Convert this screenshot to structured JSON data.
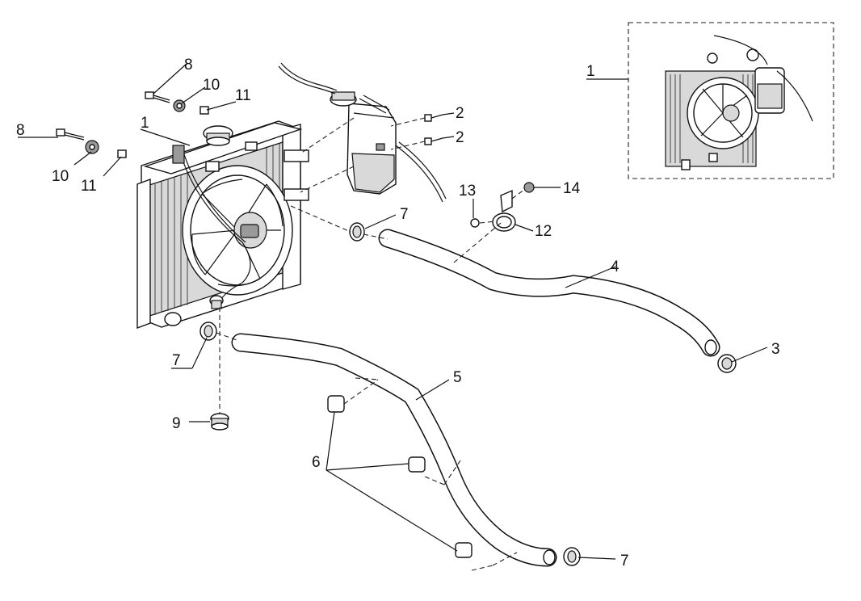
{
  "callouts": [
    {
      "id": "c-8a",
      "text": "8"
    },
    {
      "id": "c-10a",
      "text": "10"
    },
    {
      "id": "c-11a",
      "text": "11"
    },
    {
      "id": "c-1a",
      "text": "1"
    },
    {
      "id": "c-8b",
      "text": "8"
    },
    {
      "id": "c-10b",
      "text": "10"
    },
    {
      "id": "c-11b",
      "text": "11"
    },
    {
      "id": "c-2a",
      "text": "2"
    },
    {
      "id": "c-2b",
      "text": "2"
    },
    {
      "id": "c-13",
      "text": "13"
    },
    {
      "id": "c-14",
      "text": "14"
    },
    {
      "id": "c-7a",
      "text": "7"
    },
    {
      "id": "c-12",
      "text": "12"
    },
    {
      "id": "c-4",
      "text": "4"
    },
    {
      "id": "c-3",
      "text": "3"
    },
    {
      "id": "c-7b",
      "text": "7"
    },
    {
      "id": "c-5",
      "text": "5"
    },
    {
      "id": "c-9",
      "text": "9"
    },
    {
      "id": "c-6",
      "text": "6"
    },
    {
      "id": "c-7c",
      "text": "7"
    },
    {
      "id": "c-1b",
      "text": "1"
    }
  ]
}
